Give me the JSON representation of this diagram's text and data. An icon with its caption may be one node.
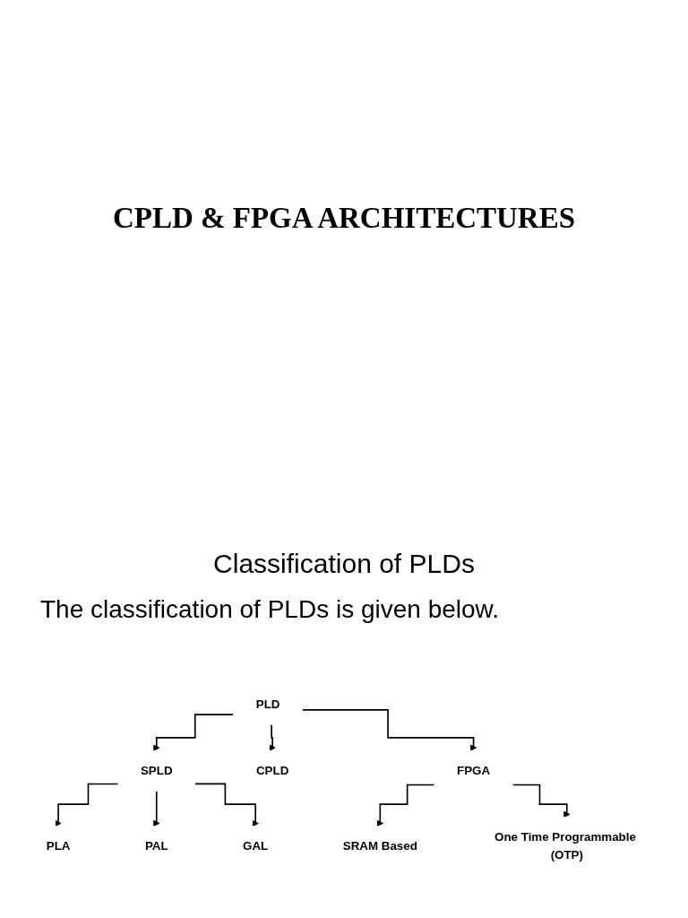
{
  "diagram": {
    "title": "CPLD & FPGA ARCHITECTURES",
    "nodes": [
      {
        "text": [
          "PLD"
        ]
      },
      {
        "text": [
          "SPLD"
        ]
      },
      {
        "text": [
          "CPLD"
        ]
      },
      {
        "text": [
          "FPGA"
        ]
      },
      {
        "text": [
          "PLA"
        ]
      },
      {
        "text": [
          "PAL"
        ]
      },
      {
        "text": [
          "GAL"
        ]
      },
      {
        "text": [
          "SRAM Based"
        ]
      },
      {
        "text": [
          "One Time Programmable (OTP)"
        ]
      }
    ],
    "edges": [
      {
        "from": 0,
        "to": 1,
        "arrow": "to"
      },
      {
        "from": 0,
        "to": 2,
        "arrow": "to"
      },
      {
        "from": 0,
        "to": 3,
        "arrow": "to"
      },
      {
        "from": 1,
        "to": 4,
        "arrow": "to"
      },
      {
        "from": 1,
        "to": 5,
        "arrow": "to"
      },
      {
        "from": 1,
        "to": 6,
        "arrow": "to"
      },
      {
        "from": 3,
        "to": 7,
        "arrow": "to"
      },
      {
        "from": 3,
        "to": 8,
        "arrow": "to"
      }
    ],
    "labels": [
      "Classification of PLDs",
      "The classification of PLDs is given below."
    ]
  }
}
